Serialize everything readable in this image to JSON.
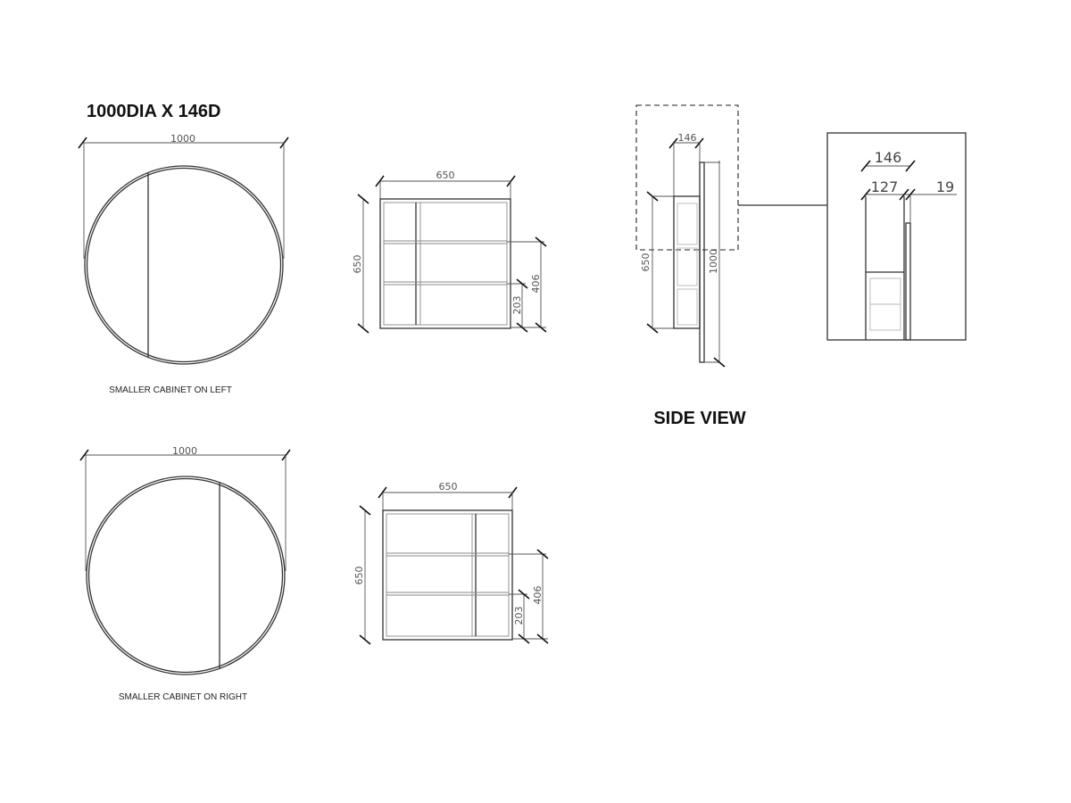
{
  "title": "1000DIA X 146D",
  "side_view_title": "SIDE VIEW",
  "left_config": {
    "width_dim": "1000",
    "caption": "SMALLER CABINET ON LEFT",
    "cabinet": {
      "width_dim": "650",
      "height_dim": "650",
      "shelf_dim_upper": "406",
      "shelf_dim_lower": "203"
    }
  },
  "right_config": {
    "width_dim": "1000",
    "caption": "SMALLER CABINET ON RIGHT",
    "cabinet": {
      "width_dim": "650",
      "height_dim": "650",
      "shelf_dim_upper": "406",
      "shelf_dim_lower": "203"
    }
  },
  "side_view": {
    "depth_dim": "146",
    "cabinet_height_dim": "650",
    "mirror_height_dim": "1000",
    "detail": {
      "depth_dim": "146",
      "body_dim": "127",
      "door_dim": "19"
    }
  }
}
